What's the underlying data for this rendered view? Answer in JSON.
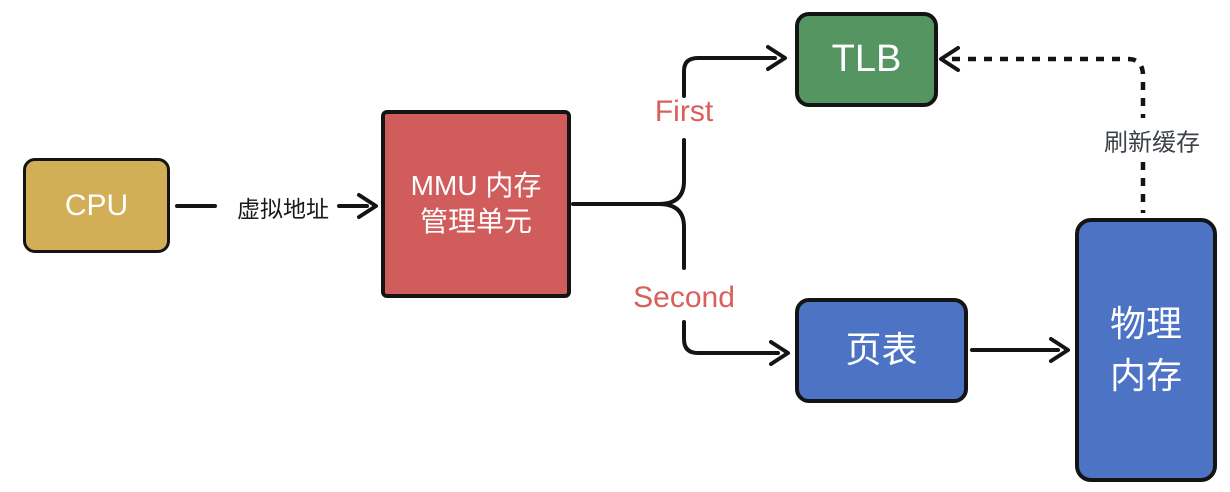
{
  "diagram": {
    "nodes": {
      "cpu": {
        "label": "CPU",
        "color": "#d2ae56"
      },
      "mmu": {
        "label_line1": "MMU 内存",
        "label_line2": "管理单元",
        "color": "#d15c5c"
      },
      "tlb": {
        "label": "TLB",
        "color": "#559561"
      },
      "page_table": {
        "label": "页表",
        "color": "#4d73c4"
      },
      "physical_memory": {
        "label_line1": "物理",
        "label_line2": "内存",
        "color": "#4d73c4"
      }
    },
    "labels": {
      "virtual_address": "虚拟地址",
      "first": "First",
      "second": "Second",
      "refresh_cache": "刷新缓存"
    },
    "colors": {
      "connector": "#141414",
      "branch_label": "#d7605d",
      "virtual_address_label": "#1a1a1a",
      "refresh_cache_label": "#3d4249",
      "node_text": "#ffffff",
      "background": "#ffffff"
    }
  }
}
